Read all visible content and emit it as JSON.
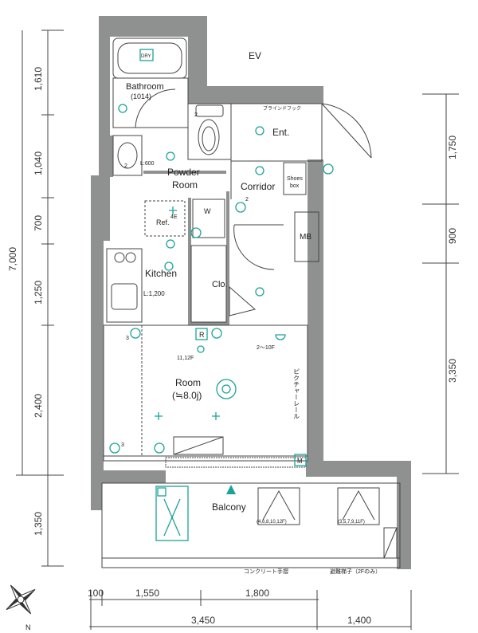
{
  "rooms": {
    "ev": "EV",
    "bathroom": "Bathroom",
    "bathroom_size": "(1014)",
    "entrance": "Ent.",
    "blind_hook": "ブラインドフック",
    "powder": "Powder",
    "powder_room": "Room",
    "corridor": "Corridor",
    "shoes_box_1": "Shoes",
    "shoes_box_2": "box",
    "mb": "MB",
    "ref": "Ref.",
    "washer": "W",
    "kitchen": "Kitchen",
    "kitchen_len": "L:1,200",
    "vanity_len": "L:600",
    "closet": "Clo.",
    "room": "Room",
    "room_size": "(≒8.0j)",
    "picture_rail": "ピクチャーレール",
    "balcony": "Balcony",
    "concrete_rail": "コンクリート手摺",
    "evac_ladder": "避難梯子（2Fのみ）",
    "dry": "DRY"
  },
  "equipment": {
    "label_r": "R",
    "label_m": "M",
    "label_4e": "4E",
    "label_3a": "3",
    "label_3b": "3",
    "label_2a": "2",
    "label_2b": "2",
    "label_2c": "2",
    "label_11_12f": "11,12F",
    "label_2_10f": "2〜10F",
    "label_floors_a": "(4,6,8,10,12F)",
    "label_floors_b": "(3,5,7,9,11F)"
  },
  "dimensions": {
    "left": [
      "1,610",
      "1,040",
      "700",
      "1,250",
      "2,400",
      "1,350"
    ],
    "left_total": "7,000",
    "right": [
      "1,750",
      "900",
      "3,350"
    ],
    "bottom_top": [
      "100",
      "1,550",
      "1,800"
    ],
    "bottom_bottom": [
      "3,450",
      "1,400"
    ]
  },
  "compass": {
    "north": "N"
  },
  "colors": {
    "wall": "#8f9090",
    "equipment": "#1aa39a",
    "line": "#444444"
  }
}
